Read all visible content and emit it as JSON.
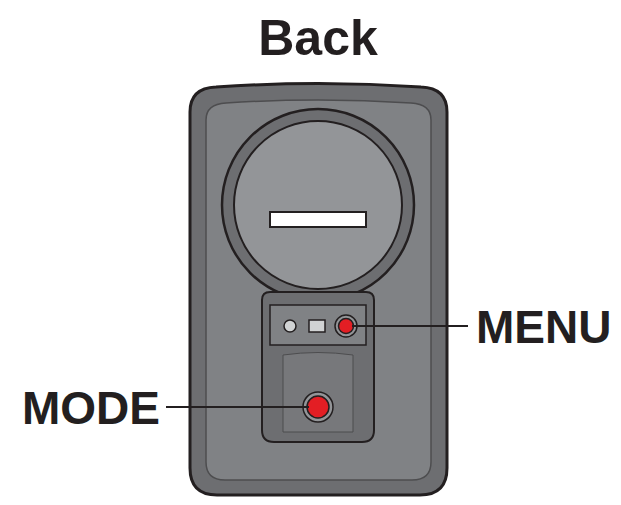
{
  "diagram": {
    "title": "Back",
    "labels": [
      "MENU",
      "MODE"
    ]
  }
}
